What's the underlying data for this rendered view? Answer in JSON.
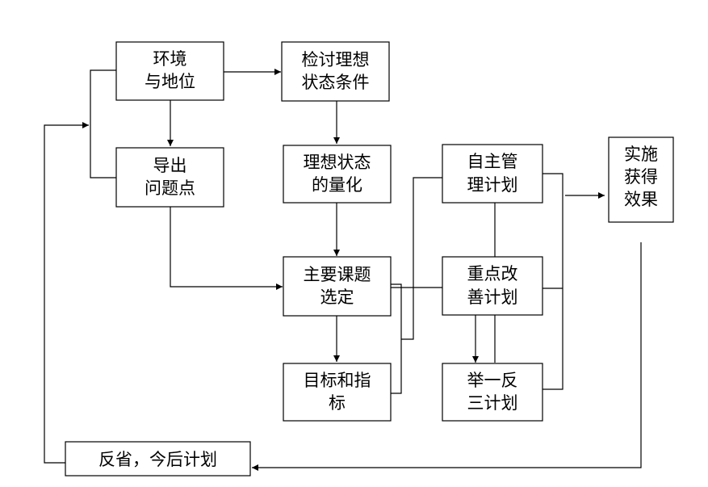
{
  "nodes": {
    "environment": {
      "lines": [
        "环境",
        "与地位"
      ]
    },
    "review_ideal": {
      "lines": [
        "检讨理想",
        "状态条件"
      ]
    },
    "derive_issues": {
      "lines": [
        "导出",
        "问题点"
      ]
    },
    "quantify_ideal": {
      "lines": [
        "理想状态",
        "的量化"
      ]
    },
    "self_management": {
      "lines": [
        "自主管",
        "理计划"
      ]
    },
    "implement": {
      "lines": [
        "实施",
        "获得",
        "效果"
      ]
    },
    "main_topic": {
      "lines": [
        "主要课题",
        "选定"
      ]
    },
    "key_improvement": {
      "lines": [
        "重点改",
        "善计划"
      ]
    },
    "targets": {
      "lines": [
        "目标和指",
        "标"
      ]
    },
    "replicate": {
      "lines": [
        "举一反",
        "三计划"
      ]
    },
    "reflect": {
      "lines": [
        "反省，今后计划"
      ]
    }
  }
}
